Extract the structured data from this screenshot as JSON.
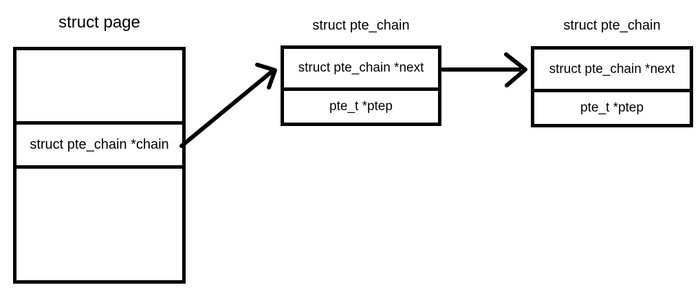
{
  "colors": {
    "line": "#000000",
    "background": "#ffffff",
    "text": "#000000"
  },
  "nodes": {
    "page": {
      "title": "struct page",
      "rows": [
        "",
        "struct pte_chain *chain",
        ""
      ]
    },
    "pte_chain_first": {
      "title": "struct pte_chain",
      "rows": [
        "struct pte_chain *next",
        "pte_t *ptep"
      ]
    },
    "pte_chain_second": {
      "title": "struct pte_chain",
      "rows": [
        "struct pte_chain *next",
        "pte_t *ptep"
      ]
    }
  },
  "arrows": [
    {
      "name": "chain-to-first-pte-chain",
      "from": "struct page / struct pte_chain *chain",
      "to": "first struct pte_chain / struct pte_chain *next"
    },
    {
      "name": "first-to-second-pte-chain",
      "from": "first struct pte_chain / struct pte_chain *next",
      "to": "second struct pte_chain / struct pte_chain *next"
    }
  ]
}
